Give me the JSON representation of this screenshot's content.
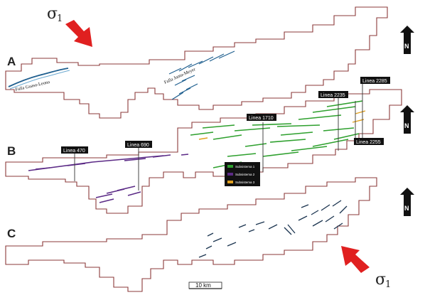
{
  "panels": [
    {
      "letter": "A"
    },
    {
      "letter": "B"
    },
    {
      "letter": "C"
    }
  ],
  "stress": {
    "symbol": "σ",
    "subscript": "1"
  },
  "faults": {
    "fault_1": "Falla Guaso-Leona",
    "fault_2": "Falla Junta-Meyer"
  },
  "seismic_lines": [
    {
      "label": "Linea 470"
    },
    {
      "label": "Linea 690"
    },
    {
      "label": "Linea 1710"
    },
    {
      "label": "Linea 2235"
    },
    {
      "label": "Linea 2285"
    },
    {
      "label": "Linea 2255"
    }
  ],
  "legend": {
    "items": [
      {
        "label": "Subsistema 1",
        "color": "#2ea02e"
      },
      {
        "label": "Subsistema 2",
        "color": "#5b2a86"
      },
      {
        "label": "Subsistema 3",
        "color": "#e0a020"
      }
    ]
  },
  "scale_bar": {
    "label": "10 km"
  },
  "north": {
    "label": "N"
  },
  "colors": {
    "outline": "#8b3a3a",
    "arrow": "#e02020",
    "fault_blue": "#1f5f8f",
    "subsystem_1": "#2ea02e",
    "subsystem_2": "#5b2a86",
    "subsystem_3": "#e0a020",
    "fracture_dark": "#1c3550"
  }
}
